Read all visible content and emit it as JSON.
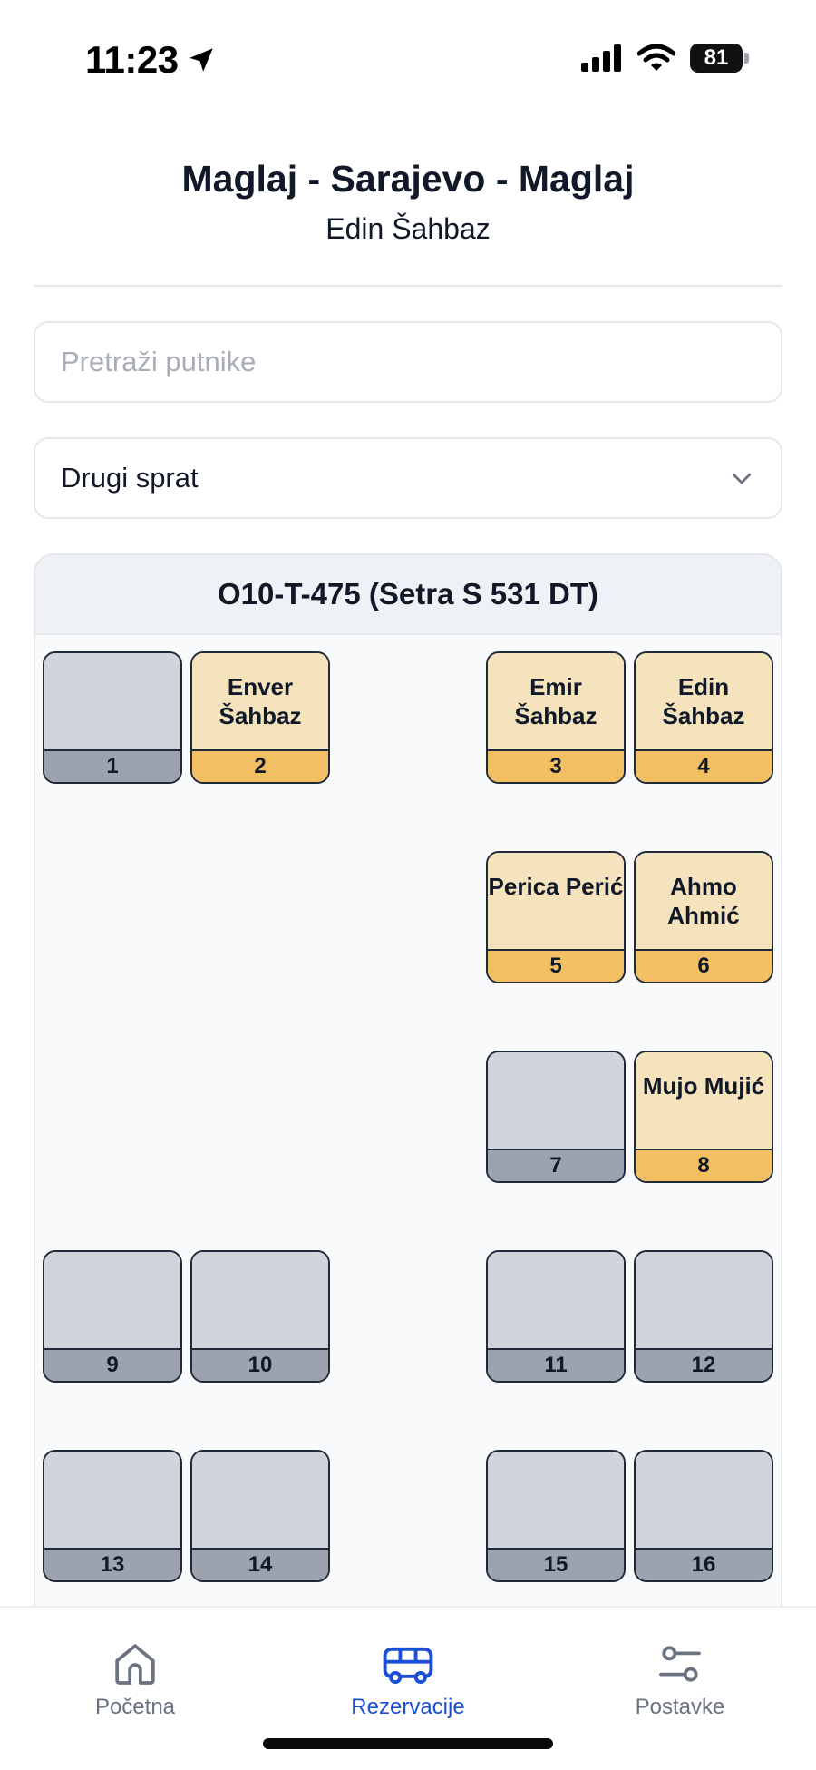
{
  "status_bar": {
    "time": "11:23",
    "battery": "81",
    "icons": [
      "location-arrow-icon",
      "signal-icon",
      "wifi-icon",
      "battery-icon"
    ]
  },
  "header": {
    "title": "Maglaj - Sarajevo - Maglaj",
    "subtitle": "Edin Šahbaz"
  },
  "search": {
    "placeholder": "Pretraži putnike",
    "value": ""
  },
  "floor_select": {
    "selected": "Drugi sprat",
    "icon": "chevron-down-icon"
  },
  "bus": {
    "title": "O10-T-475 (Setra S 531 DT)",
    "seats": [
      {
        "number": "1",
        "passenger": "",
        "status": "free"
      },
      {
        "number": "2",
        "passenger": "Enver Šahbaz",
        "status": "taken"
      },
      {
        "number": "3",
        "passenger": "Emir Šahbaz",
        "status": "taken"
      },
      {
        "number": "4",
        "passenger": "Edin Šahbaz",
        "status": "taken"
      },
      {
        "number": "5",
        "passenger": "Perica Perić",
        "status": "taken"
      },
      {
        "number": "6",
        "passenger": "Ahmo Ahmić",
        "status": "taken"
      },
      {
        "number": "7",
        "passenger": "",
        "status": "free"
      },
      {
        "number": "8",
        "passenger": "Mujo Mujić",
        "status": "taken"
      },
      {
        "number": "9",
        "passenger": "",
        "status": "free"
      },
      {
        "number": "10",
        "passenger": "",
        "status": "free"
      },
      {
        "number": "11",
        "passenger": "",
        "status": "free"
      },
      {
        "number": "12",
        "passenger": "",
        "status": "free"
      },
      {
        "number": "13",
        "passenger": "",
        "status": "free"
      },
      {
        "number": "14",
        "passenger": "",
        "status": "free"
      },
      {
        "number": "15",
        "passenger": "",
        "status": "free"
      },
      {
        "number": "16",
        "passenger": "",
        "status": "free"
      }
    ]
  },
  "colors": {
    "accent": "#1d4ed8",
    "seat_free": "#d1d5db",
    "seat_free_number": "#9ca3af",
    "seat_taken": "#f5e3bd",
    "seat_taken_number": "#f2c063"
  },
  "nav": {
    "items": [
      {
        "label": "Početna",
        "icon": "home-icon",
        "active": false
      },
      {
        "label": "Rezervacije",
        "icon": "bus-icon",
        "active": true
      },
      {
        "label": "Postavke",
        "icon": "sliders-icon",
        "active": false
      }
    ]
  }
}
